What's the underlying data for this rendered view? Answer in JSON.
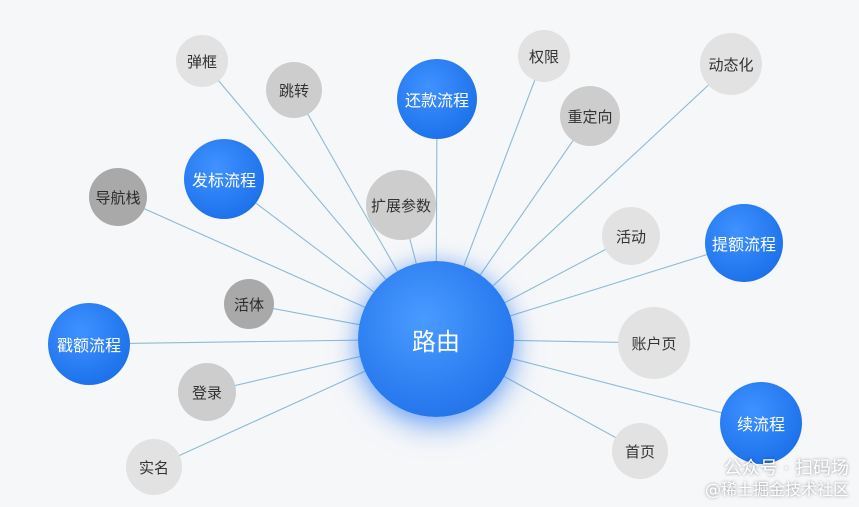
{
  "center": {
    "label": "路由",
    "color": "#2a7cf0"
  },
  "nodes": [
    {
      "label": "弹框",
      "tone": "light"
    },
    {
      "label": "跳转",
      "tone": "mid"
    },
    {
      "label": "还款流程",
      "tone": "blue"
    },
    {
      "label": "权限",
      "tone": "light"
    },
    {
      "label": "动态化",
      "tone": "light"
    },
    {
      "label": "重定向",
      "tone": "mid"
    },
    {
      "label": "发标流程",
      "tone": "blue"
    },
    {
      "label": "导航栈",
      "tone": "dark"
    },
    {
      "label": "扩展参数",
      "tone": "mid"
    },
    {
      "label": "活动",
      "tone": "light"
    },
    {
      "label": "提额流程",
      "tone": "blue"
    },
    {
      "label": "活体",
      "tone": "dark"
    },
    {
      "label": "戳额流程",
      "tone": "blue"
    },
    {
      "label": "账户页",
      "tone": "light"
    },
    {
      "label": "登录",
      "tone": "mid"
    },
    {
      "label": "续流程",
      "tone": "blue"
    },
    {
      "label": "实名",
      "tone": "light"
    },
    {
      "label": "首页",
      "tone": "light"
    }
  ],
  "watermark": {
    "line1": "公众号 · 扫码场",
    "line2": "@稀土掘金技术社区"
  },
  "colors": {
    "blue": "#1f74ec",
    "line": "#6aa7c8",
    "background": "#f6f7f9"
  }
}
